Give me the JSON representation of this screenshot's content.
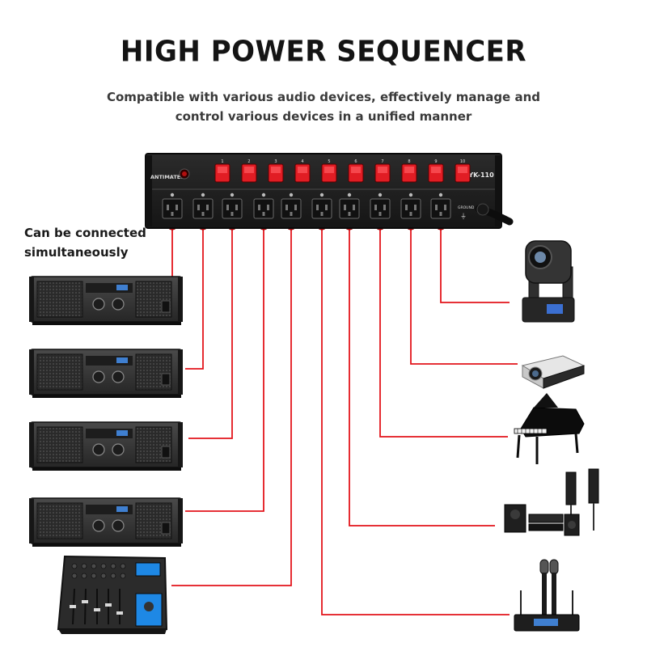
{
  "title": "HIGH POWER SEQUENCER",
  "subtitle": {
    "line1": "Compatible with various audio devices, effectively manage and",
    "line2": "control various devices in a unified manner"
  },
  "note": {
    "line1": "Can be connected",
    "line2": "simultaneously"
  },
  "device": {
    "brand": "ANTIMATES",
    "model": "YK-110",
    "ground_label": "GROUND",
    "switch_numbers": [
      "1",
      "2",
      "3",
      "4",
      "5",
      "6",
      "7",
      "8",
      "9",
      "10"
    ]
  },
  "colors": {
    "wire": "#e3141b",
    "rack": "#1b1b1b",
    "switch": "#e11d24"
  },
  "connected_devices": {
    "left": [
      "power-amplifier",
      "power-amplifier",
      "power-amplifier",
      "power-amplifier",
      "audio-mixer"
    ],
    "right": [
      "moving-head-light",
      "projector",
      "grand-piano",
      "home-theater-speakers",
      "wireless-microphone"
    ]
  }
}
